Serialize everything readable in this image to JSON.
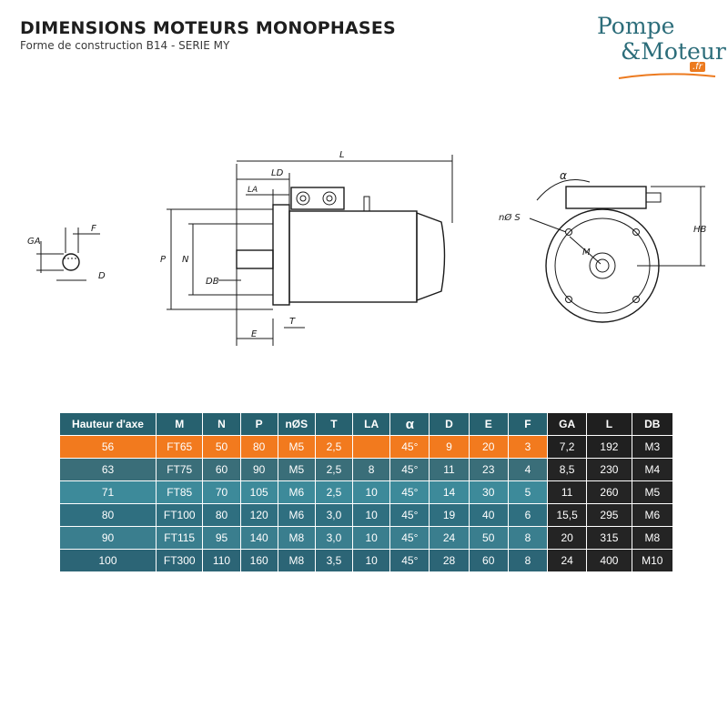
{
  "header": {
    "title": "DIMENSIONS MOTEURS MONOPHASES",
    "subtitle": "Forme de construction B14 - SERIE MY"
  },
  "logo": {
    "line1": "Pompe",
    "line2": "&Moteur",
    "badge": ".fr",
    "colors": {
      "text": "#2c6d7a",
      "accent": "#ec7a1f"
    }
  },
  "drawing": {
    "labels": {
      "GA": "GA",
      "F": "F",
      "D": "D",
      "L": "L",
      "LD": "LD",
      "LA": "LA",
      "P": "P",
      "N": "N",
      "DB": "DB",
      "T": "T",
      "E": "E",
      "alpha": "α",
      "nS": "nØ S",
      "M": "M",
      "HB": "HB"
    }
  },
  "table": {
    "headers": [
      "Hauteur d'axe",
      "M",
      "N",
      "P",
      "nØS",
      "T",
      "LA",
      "α",
      "D",
      "E",
      "F",
      "GA",
      "L",
      "DB"
    ],
    "dark_columns": [
      11,
      12,
      13
    ],
    "rows": [
      [
        "56",
        "FT65",
        "50",
        "80",
        "M5",
        "2,5",
        "",
        "45°",
        "9",
        "20",
        "3",
        "7,2",
        "192",
        "M3"
      ],
      [
        "63",
        "FT75",
        "60",
        "90",
        "M5",
        "2,5",
        "8",
        "45°",
        "11",
        "23",
        "4",
        "8,5",
        "230",
        "M4"
      ],
      [
        "71",
        "FT85",
        "70",
        "105",
        "M6",
        "2,5",
        "10",
        "45°",
        "14",
        "30",
        "5",
        "11",
        "260",
        "M5"
      ],
      [
        "80",
        "FT100",
        "80",
        "120",
        "M6",
        "3,0",
        "10",
        "45°",
        "19",
        "40",
        "6",
        "15,5",
        "295",
        "M6"
      ],
      [
        "90",
        "FT115",
        "95",
        "140",
        "M8",
        "3,0",
        "10",
        "45°",
        "24",
        "50",
        "8",
        "20",
        "315",
        "M8"
      ],
      [
        "100",
        "FT300",
        "110",
        "160",
        "M8",
        "3,5",
        "10",
        "45°",
        "28",
        "60",
        "8",
        "24",
        "400",
        "M10"
      ]
    ],
    "colors": {
      "header": "#27616f",
      "highlight": "#f27a1e",
      "dark": "#1f1f1f"
    }
  }
}
